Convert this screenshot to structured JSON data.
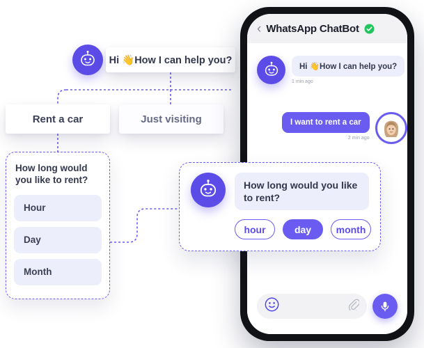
{
  "flow": {
    "greeting": {
      "avatar_icon": "bot-avatar-icon",
      "text": "Hi 👋How I can help you?"
    },
    "branches": [
      {
        "label": "Rent a car"
      },
      {
        "label": "Just visiting"
      }
    ],
    "duration_panel": {
      "question": "How long would you like to rent?",
      "options": [
        {
          "label": "Hour"
        },
        {
          "label": "Day"
        },
        {
          "label": "Month"
        }
      ]
    }
  },
  "bot_card": {
    "avatar_icon": "bot-avatar-icon",
    "message": "How long would you like to rent?",
    "pills": [
      {
        "label": "hour",
        "selected": false
      },
      {
        "label": "day",
        "selected": true
      },
      {
        "label": "month",
        "selected": false
      }
    ]
  },
  "phone": {
    "header": {
      "back_icon": "chevron-left-icon",
      "title": "WhatsApp ChatBot",
      "verified_icon": "verified-badge-icon"
    },
    "messages": [
      {
        "sender": "bot",
        "avatar_icon": "bot-avatar-icon",
        "text": "Hi 👋How I can help you?",
        "timestamp": "1 min ago"
      },
      {
        "sender": "user",
        "avatar_icon": "user-avatar-icon",
        "text": "I want to rent a car",
        "timestamp": "2 min ago"
      }
    ],
    "input_bar": {
      "emoji_icon": "smiley-icon",
      "attach_icon": "paperclip-icon",
      "mic_icon": "microphone-icon",
      "placeholder": ""
    }
  },
  "colors": {
    "accent": "#6a5cf0",
    "accent_dark": "#5b4ce8",
    "bubble_in": "#eceffb",
    "verified_green": "#22c55e",
    "text_dark": "#33374d",
    "text_muted": "#9b9eb0"
  }
}
